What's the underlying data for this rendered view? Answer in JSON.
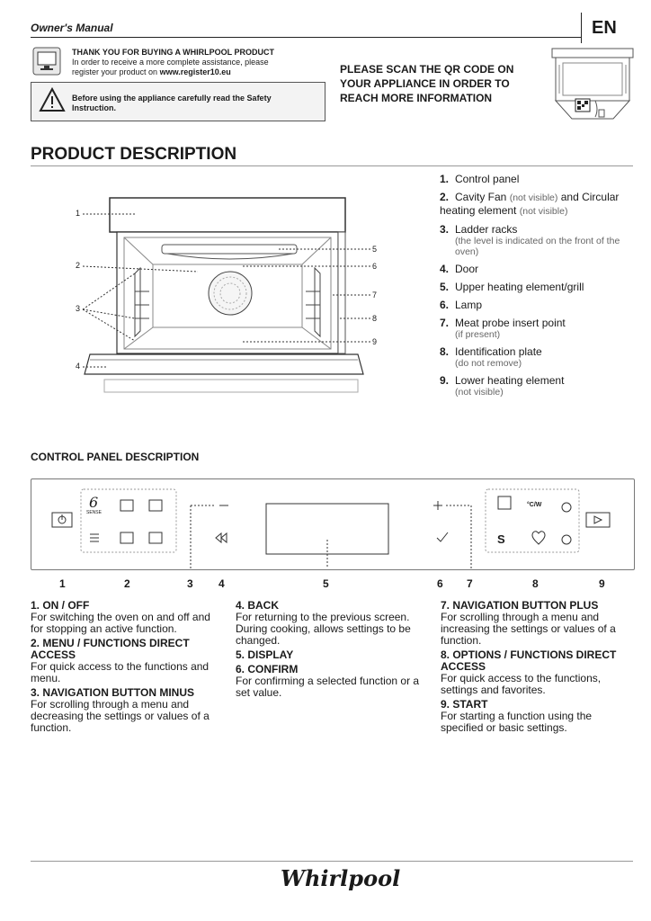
{
  "header": {
    "title": "Owner's Manual",
    "lang": "EN"
  },
  "intro": {
    "thank_title": "THANK YOU FOR BUYING A WHIRLPOOL PRODUCT",
    "thank_line1": "In order to receive a more complete assistance, please",
    "thank_line2_pre": "register your product on ",
    "thank_link": "www.register10.eu",
    "warning_line1": "Before using the appliance carefully read the Safety",
    "warning_line2": "Instruction.",
    "qr_line1": "PLEASE SCAN THE QR CODE ON",
    "qr_line2": "YOUR APPLIANCE IN ORDER TO",
    "qr_line3": "REACH MORE INFORMATION"
  },
  "product": {
    "title": "PRODUCT DESCRIPTION",
    "callouts": [
      "1",
      "2",
      "3",
      "4",
      "5",
      "6",
      "7",
      "8",
      "9"
    ],
    "parts": [
      {
        "num": "1.",
        "name": "Control panel",
        "note": ""
      },
      {
        "num": "2.",
        "name": "Cavity Fan",
        "inline": "(not visible)",
        "name2": "and Circular heating element",
        "note": "(not visible)"
      },
      {
        "num": "3.",
        "name": "Ladder racks",
        "note": "(the level is indicated on the front of the oven)"
      },
      {
        "num": "4.",
        "name": "Door",
        "note": ""
      },
      {
        "num": "5.",
        "name": "Upper heating element/grill",
        "note": ""
      },
      {
        "num": "6.",
        "name": "Lamp",
        "note": ""
      },
      {
        "num": "7.",
        "name": "Meat probe insert point",
        "note": "(if present)"
      },
      {
        "num": "8.",
        "name": "Identification plate",
        "note": "(do not remove)"
      },
      {
        "num": "9.",
        "name": "Lower heating element",
        "note": "(not visible)"
      }
    ]
  },
  "control_panel": {
    "title": "CONTROL PANEL DESCRIPTION",
    "labels": [
      "1",
      "2",
      "3",
      "4",
      "5",
      "6",
      "7",
      "8",
      "9"
    ],
    "six_sense": "6",
    "six_sense_sub": "SENSE",
    "temp_unit": "°C/W",
    "s_label": "S"
  },
  "descriptions": {
    "col1": [
      {
        "h": "1. ON / OFF",
        "t": "For switching the oven on and off and for stopping an active function."
      },
      {
        "h": "2. MENU / FUNCTIONS DIRECT ACCESS",
        "t": "For quick access to the functions and menu."
      },
      {
        "h": "3. NAVIGATION BUTTON MINUS",
        "t": "For scrolling through a menu and decreasing the settings or values of a function."
      }
    ],
    "col2": [
      {
        "h": "4. BACK",
        "t": "For returning to the previous screen. During cooking, allows settings to be changed."
      },
      {
        "h": "5. DISPLAY",
        "t": ""
      },
      {
        "h": "6. CONFIRM",
        "t": "For confirming a selected function or a set value."
      }
    ],
    "col3": [
      {
        "h": "7. NAVIGATION BUTTON PLUS",
        "t": "For scrolling through a menu and increasing the settings or values of a function."
      },
      {
        "h": "8. OPTIONS / FUNCTIONS DIRECT ACCESS",
        "t": "For quick access to the functions, settings and favorites."
      },
      {
        "h": "9. START",
        "t": "For starting a function using the specified or basic settings."
      }
    ]
  },
  "footer": {
    "brand": "Whirlpool"
  }
}
